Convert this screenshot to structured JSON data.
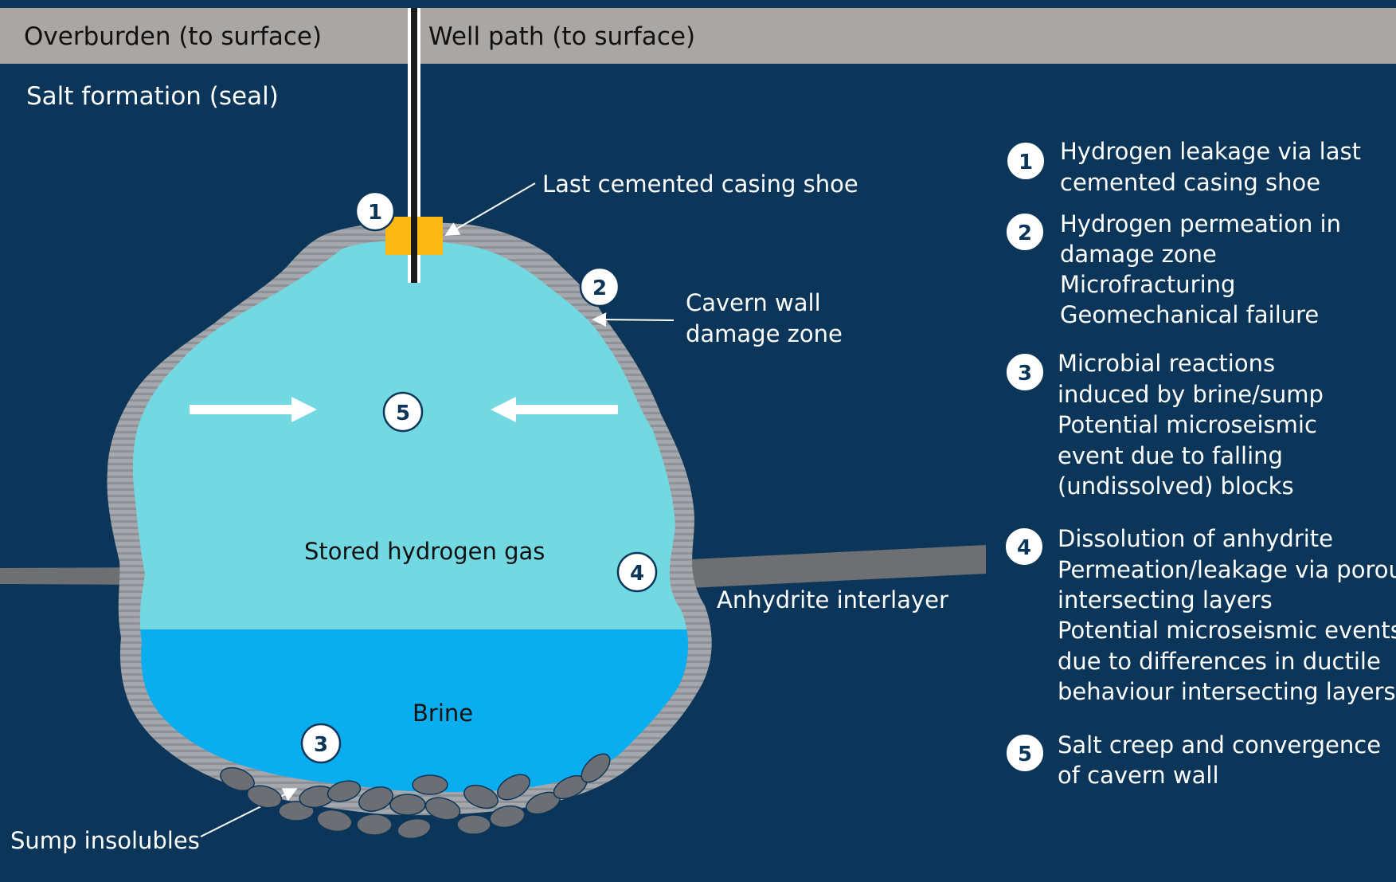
{
  "labels": {
    "overburden": "Overburden (to surface)",
    "well_path": "Well path (to surface)",
    "salt_formation": "Salt formation (seal)",
    "casing_shoe": "Last cemented casing shoe",
    "damage_zone_line1": "Cavern wall",
    "damage_zone_line2": "damage zone",
    "stored_gas": "Stored hydrogen gas",
    "brine": "Brine",
    "anhydrite": "Anhydrite interlayer",
    "sump": "Sump insolubles"
  },
  "markers": [
    "1",
    "2",
    "3",
    "4",
    "5"
  ],
  "legend": [
    {
      "number": "1",
      "lines": [
        "Hydrogen leakage via last",
        "cemented casing shoe"
      ]
    },
    {
      "number": "2",
      "lines": [
        "Hydrogen permeation in",
        "damage zone",
        "Microfracturing",
        "Geomechanical failure"
      ]
    },
    {
      "number": "3",
      "lines": [
        "Microbial reactions",
        "induced by brine/sump",
        "Potential microseismic",
        "event due to falling",
        "(undissolved) blocks"
      ]
    },
    {
      "number": "4",
      "lines": [
        "Dissolution of anhydrite",
        "Permeation/leakage via porous",
        "intersecting layers",
        "Potential microseismic events",
        "due to differences in ductile",
        "behaviour intersecting layers"
      ]
    },
    {
      "number": "5",
      "lines": [
        "Salt creep and convergence",
        "of cavern wall"
      ]
    }
  ],
  "colors": {
    "background": "#0b365a",
    "overburden_band": "#a9a6a4",
    "salt_wall": "#a4a7ab",
    "gas": "#72d8e2",
    "brine": "#0aaeee",
    "casing_shoe": "#fdb913",
    "anhydrite": "#6d6f72"
  }
}
